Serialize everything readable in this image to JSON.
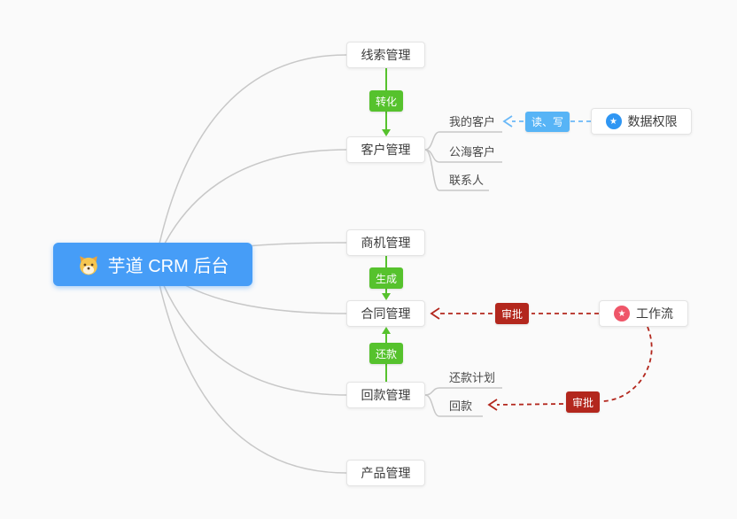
{
  "root": {
    "label": "芋道 CRM 后台"
  },
  "nodes": {
    "leads": {
      "label": "线索管理"
    },
    "customers": {
      "label": "客户管理"
    },
    "opportunities": {
      "label": "商机管理"
    },
    "contracts": {
      "label": "合同管理"
    },
    "receivables": {
      "label": "回款管理"
    },
    "products": {
      "label": "产品管理"
    },
    "data_permission": {
      "label": "数据权限"
    },
    "workflow": {
      "label": "工作流"
    }
  },
  "children": {
    "my_customers": {
      "label": "我的客户"
    },
    "public_customers": {
      "label": "公海客户"
    },
    "contacts": {
      "label": "联系人"
    },
    "repayment_plan": {
      "label": "还款计划"
    },
    "repayment": {
      "label": "回款"
    }
  },
  "badges": {
    "convert": {
      "label": "转化"
    },
    "generate": {
      "label": "生成"
    },
    "repay": {
      "label": "还款"
    },
    "read_write": {
      "label": "读、写"
    },
    "approve_contract": {
      "label": "审批"
    },
    "approve_repayment": {
      "label": "审批"
    }
  },
  "icons": {
    "data_permission_star": "★",
    "workflow_star": "★"
  },
  "colors": {
    "background": "#fafafa",
    "root_bg": "#469df7",
    "green": "#56c22d",
    "blue_badge": "#57b4f6",
    "blue_line": "#6ab8f7",
    "red": "#b3271d",
    "connector_gray": "#c8c8c8",
    "star_blue": "#2f96f3",
    "star_pink": "#ef5669"
  }
}
